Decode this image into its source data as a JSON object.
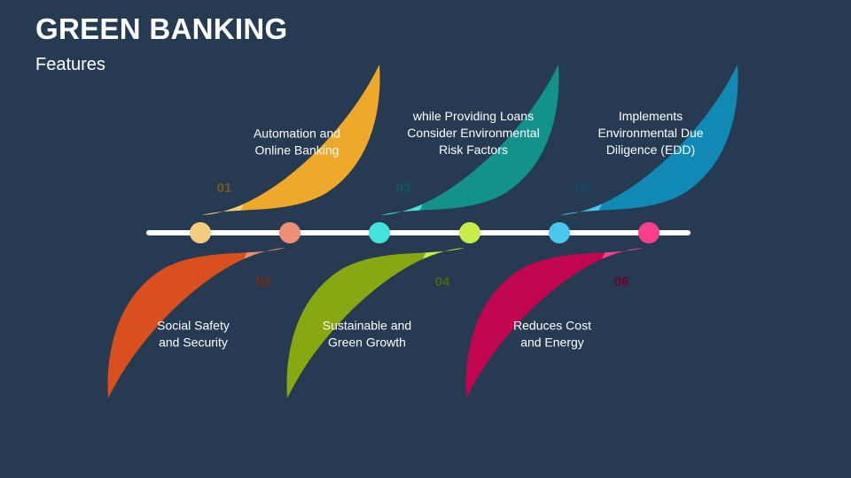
{
  "header": {
    "title": "GREEN BANKING",
    "subtitle": "Features"
  },
  "colors": {
    "background": "#263A52",
    "timeline": "#FFFFFF"
  },
  "features": [
    {
      "number": "01",
      "lines": [
        "Automation and",
        "Online Banking"
      ],
      "leaf_color": "#EFA92A",
      "accent_color": "#F3CC80",
      "dot_color": "#F3CC80",
      "number_color": "#7A5A1A"
    },
    {
      "number": "02",
      "lines": [
        "Social Safety",
        "and Security"
      ],
      "leaf_color": "#D94F1E",
      "accent_color": "#EE8E72",
      "dot_color": "#EE8E72",
      "number_color": "#7A2A10"
    },
    {
      "number": "03",
      "lines": [
        "while Providing Loans",
        "Consider Environmental",
        "Risk Factors"
      ],
      "leaf_color": "#12928A",
      "accent_color": "#44E2DC",
      "dot_color": "#44E2DC",
      "number_color": "#0E5C58"
    },
    {
      "number": "04",
      "lines": [
        "Sustainable and",
        "Green Growth"
      ],
      "leaf_color": "#88A812",
      "accent_color": "#C8EC4A",
      "dot_color": "#C8EC4A",
      "number_color": "#4E6408"
    },
    {
      "number": "05",
      "lines": [
        "Implements",
        "Environmental Due",
        "Diligence (EDD)"
      ],
      "leaf_color": "#1189B5",
      "accent_color": "#4CC8F0",
      "dot_color": "#4CC8F0",
      "number_color": "#0A4E6A"
    },
    {
      "number": "06",
      "lines": [
        "Reduces Cost",
        "and Energy"
      ],
      "leaf_color": "#C1064F",
      "accent_color": "#FF4590",
      "dot_color": "#FF3F8C",
      "number_color": "#6A0428"
    }
  ]
}
